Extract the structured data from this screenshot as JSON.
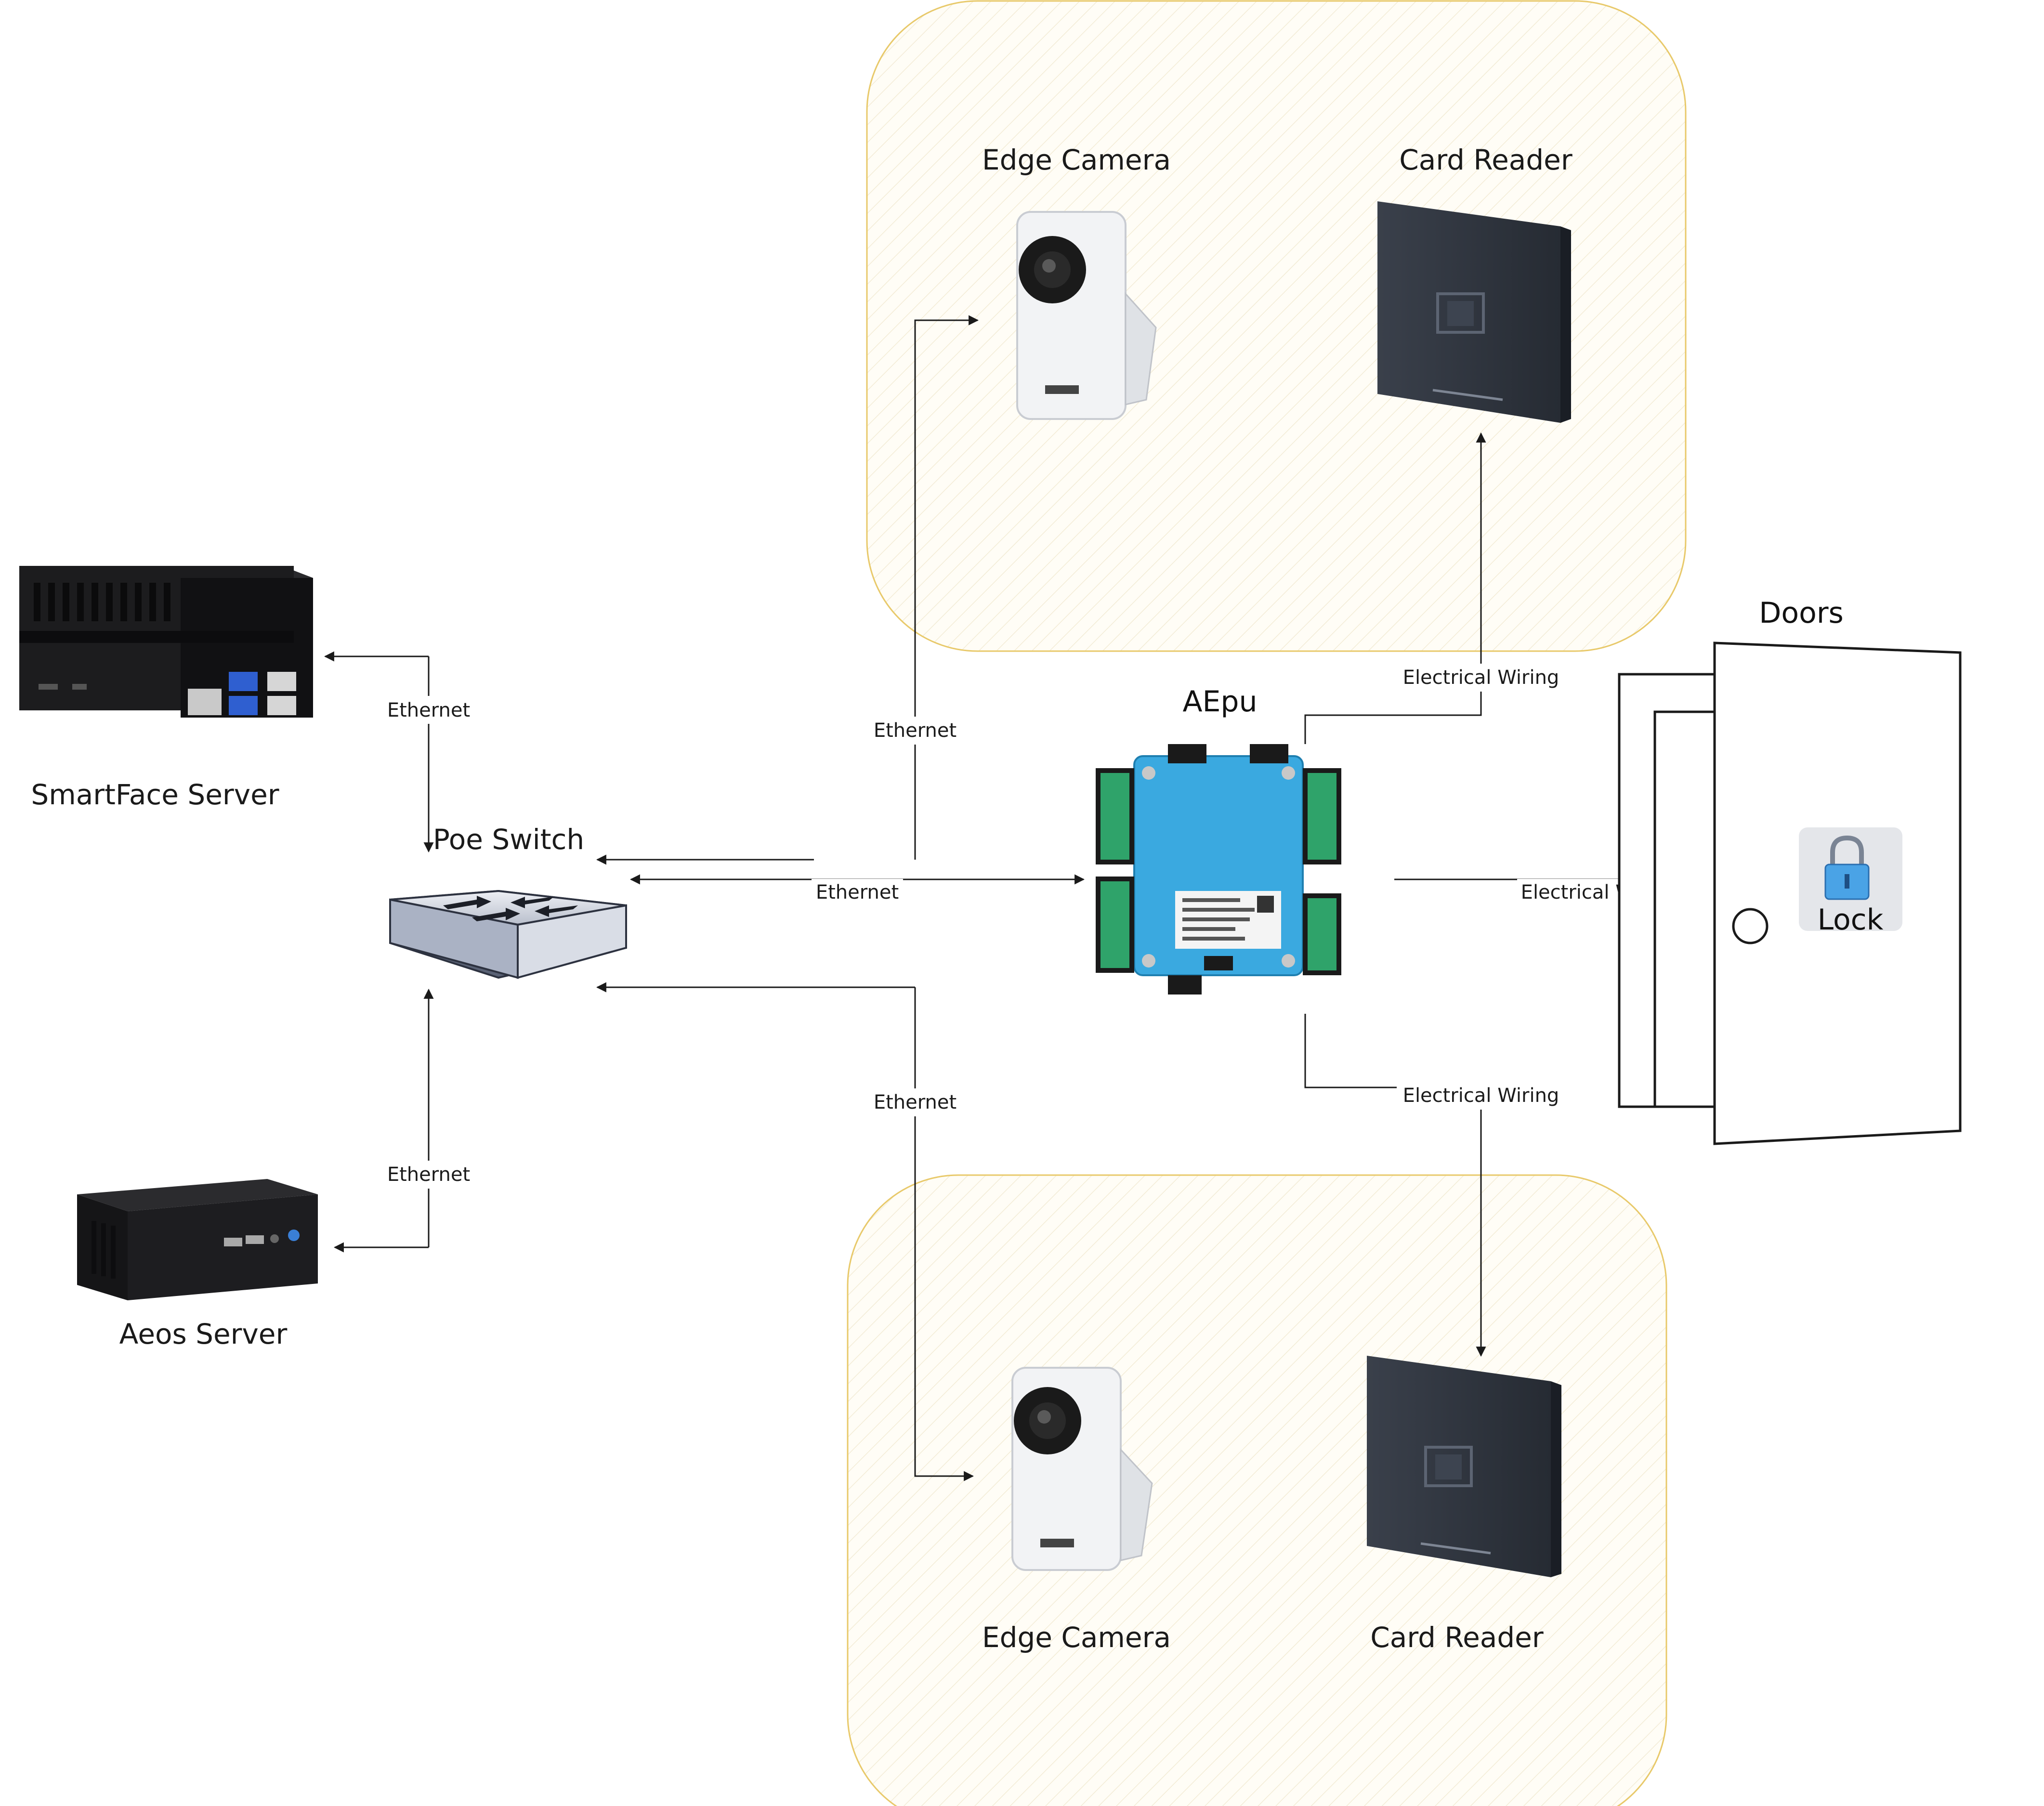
{
  "devices": {
    "smartface_server": "SmartFace Server",
    "poe_switch": "Poe Switch",
    "aeos_server": "Aeos Server",
    "aepu": "AEpu",
    "doors": "Doors",
    "lock": "Lock"
  },
  "zone_top": {
    "camera": "Edge Camera",
    "reader": "Card Reader"
  },
  "zone_bottom": {
    "camera": "Edge Camera",
    "reader": "Card Reader"
  },
  "connections": {
    "ethernet_smartface": "Ethernet",
    "ethernet_aeos": "Ethernet",
    "ethernet_cam_top": "Ethernet",
    "ethernet_aepu": "Ethernet",
    "ethernet_cam_bottom": "Ethernet",
    "wiring_reader_top": "Electrical Wiring",
    "wiring_lock": "Electrical Wiring",
    "wiring_reader_bottom": "Electrical Wiring"
  },
  "colors": {
    "zone_border": "#e8c96a",
    "zone_fill": "#fffdf4",
    "aepu_blue": "#3aa9e0",
    "camera_body": "#f2f3f5",
    "reader_body": "#2f3540",
    "server_black": "#1c1c1e"
  },
  "icons": {
    "smartface_server": "mini-pc-server-icon",
    "poe_switch": "network-switch-icon",
    "aeos_server": "nuc-server-icon",
    "aepu": "access-control-board-icon",
    "camera": "edge-camera-icon",
    "reader": "card-reader-icon",
    "door": "door-icon",
    "lock": "padlock-icon"
  }
}
